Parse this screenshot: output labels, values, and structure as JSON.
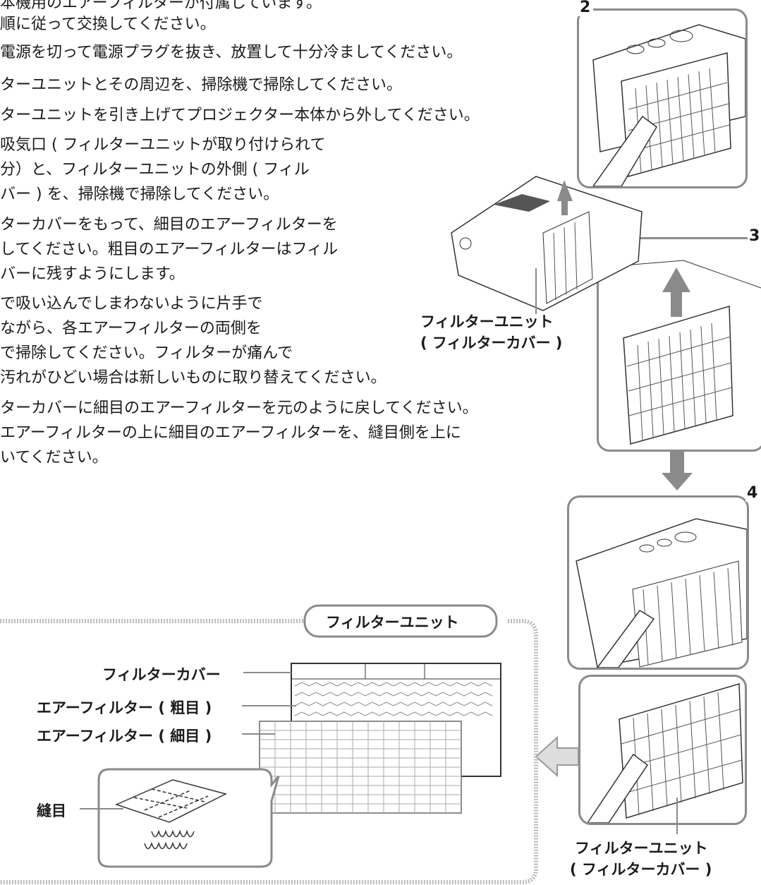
{
  "text_lines": [
    "本機用のエアーフィルターが付属しています。",
    "順に従って交換してください。",
    "電源を切って電源プラグを抜き、放置して十分冷ましてください。",
    "ターユニットとその周辺を、掃除機で掃除してください。",
    "ターユニットを引き上げてプロジェクター本体から外してください。",
    "吸気口 ( フィルターユニットが取り付けられて",
    "分）と、フィルターユニットの外側 ( フィル",
    "バー ) を、掃除機で掃除してください。",
    "ターカバーをもって、細目のエアーフィルターを",
    "してください。粗目のエアーフィルターはフィル",
    "バーに残すようにします。",
    "で吸い込んでしまわないように片手で",
    "ながら、各エアーフィルターの両側を",
    "で掃除してください。フィルターが痛んで",
    "汚れがひどい場合は新しいものに取り替えてください。",
    "ターカバーに細目のエアーフィルターを元のように戻してください。",
    "エアーフィルターの上に細目のエアーフィルターを、縫目側を上に",
    "いてください。"
  ],
  "steps": {
    "s2": "2",
    "s3": "3",
    "s4": "4"
  },
  "callouts": {
    "unit_label_1": "フィルターユニット",
    "unit_label_2": "( フィルターカバー )",
    "unit_label_b1": "フィルターユニット",
    "unit_label_b2": "( フィルターカバー )"
  },
  "diagram": {
    "title": "フィルターユニット",
    "cover": "フィルターカバー",
    "coarse": "エアーフィルター ( 粗目 )",
    "fine": "エアーフィルター ( 細目 )",
    "seam": "縫目"
  }
}
